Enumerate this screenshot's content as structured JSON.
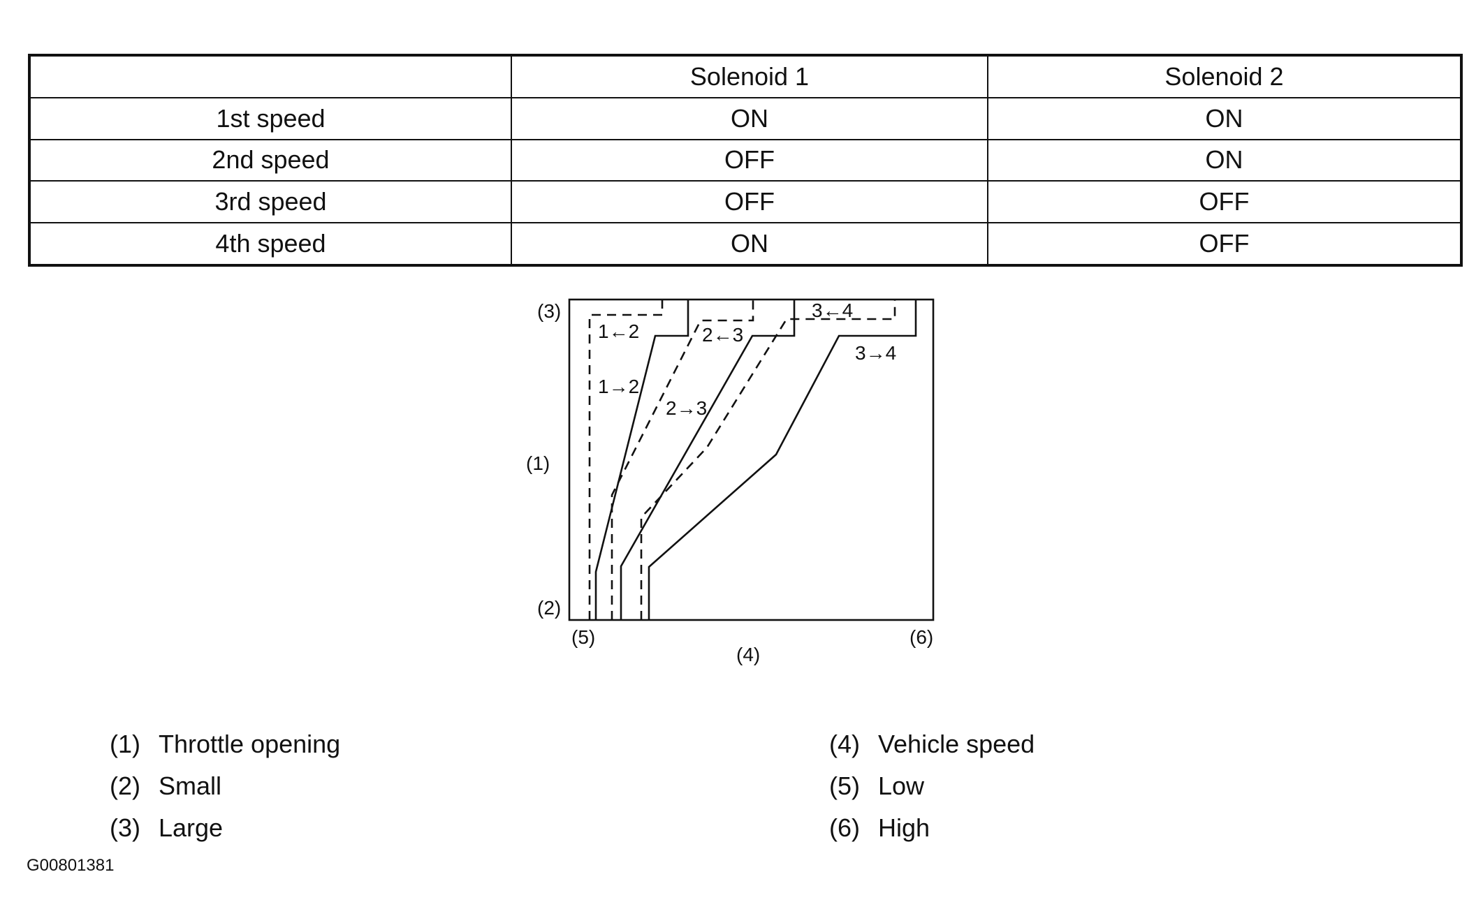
{
  "table": {
    "headers": [
      "",
      "Solenoid 1",
      "Solenoid 2"
    ],
    "rows": [
      {
        "speed": "1st speed",
        "solenoid1": "ON",
        "solenoid2": "ON"
      },
      {
        "speed": "2nd speed",
        "solenoid1": "OFF",
        "solenoid2": "ON"
      },
      {
        "speed": "3rd speed",
        "solenoid1": "OFF",
        "solenoid2": "OFF"
      },
      {
        "speed": "4th speed",
        "solenoid1": "ON",
        "solenoid2": "OFF"
      }
    ]
  },
  "diagram": {
    "callouts": {
      "large": "(3)",
      "throttle": "(1)",
      "small": "(2)",
      "low": "(5)",
      "vehicle_speed": "(4)",
      "high": "(6)"
    },
    "shift_labels": {
      "down_1": "1←2",
      "up_1": "1→2",
      "down_2": "2←3",
      "up_2": "2→3",
      "down_3": "3←4",
      "up_3": "3→4"
    }
  },
  "legend": [
    {
      "num": "(1)",
      "text": "Throttle opening"
    },
    {
      "num": "(2)",
      "text": "Small"
    },
    {
      "num": "(3)",
      "text": "Large"
    },
    {
      "num": "(4)",
      "text": "Vehicle speed"
    },
    {
      "num": "(5)",
      "text": "Low"
    },
    {
      "num": "(6)",
      "text": "High"
    }
  ],
  "figure_id": "G00801381"
}
